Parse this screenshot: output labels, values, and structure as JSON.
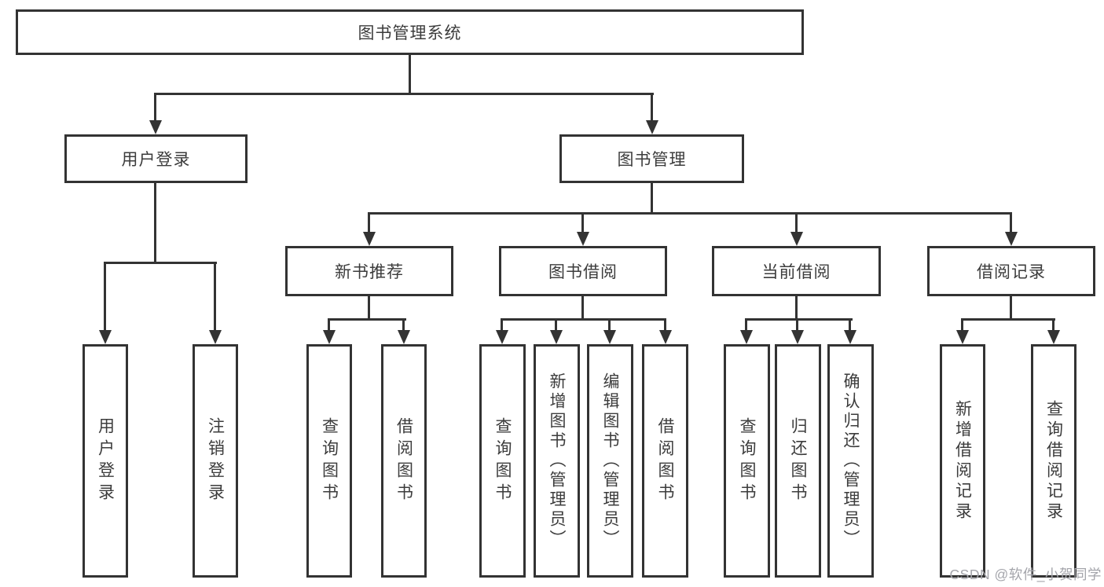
{
  "diagram": {
    "type": "tree-functional-structure",
    "title": "图书管理系统",
    "watermark": "CSDN @软件_小贺同学",
    "colors": {
      "line": "#333333",
      "text": "#3c3c3c",
      "background": "#ffffff",
      "box_fill": "#ffffff",
      "watermark": "#a4a5ab"
    },
    "nodes": {
      "root": {
        "label": "图书管理系统"
      },
      "user_login": {
        "label": "用户登录"
      },
      "book_mgmt": {
        "label": "图书管理"
      },
      "new_book_rec": {
        "label": "新书推荐"
      },
      "book_borrow": {
        "label": "图书借阅"
      },
      "current_borrow": {
        "label": "当前借阅"
      },
      "borrow_records": {
        "label": "借阅记录"
      },
      "leaf_user_login": {
        "label": "用户登录"
      },
      "leaf_logout": {
        "label": "注销登录"
      },
      "leaf_query_books_rec": {
        "label": "查询图书"
      },
      "leaf_borrow_books_rec": {
        "label": "借阅图书"
      },
      "leaf_query_books_borrow": {
        "label": "查询图书"
      },
      "leaf_add_books": {
        "label": "新增图书（管理员）"
      },
      "leaf_edit_books": {
        "label": "编辑图书（管理员）"
      },
      "leaf_borrow_books_borrow": {
        "label": "借阅图书"
      },
      "leaf_query_books_current": {
        "label": "查询图书"
      },
      "leaf_return_books": {
        "label": "归还图书"
      },
      "leaf_confirm_return": {
        "label": "确认归还（管理员）"
      },
      "leaf_add_borrow_record": {
        "label": "新增借阅记录"
      },
      "leaf_query_borrow_record": {
        "label": "查询借阅记录"
      }
    },
    "hierarchy": {
      "图书管理系统": {
        "用户登录": [
          "用户登录",
          "注销登录"
        ],
        "图书管理": {
          "新书推荐": [
            "查询图书",
            "借阅图书"
          ],
          "图书借阅": [
            "查询图书",
            "新增图书（管理员）",
            "编辑图书（管理员）",
            "借阅图书"
          ],
          "当前借阅": [
            "查询图书",
            "归还图书",
            "确认归还（管理员）"
          ],
          "借阅记录": [
            "新增借阅记录",
            "查询借阅记录"
          ]
        }
      }
    }
  }
}
